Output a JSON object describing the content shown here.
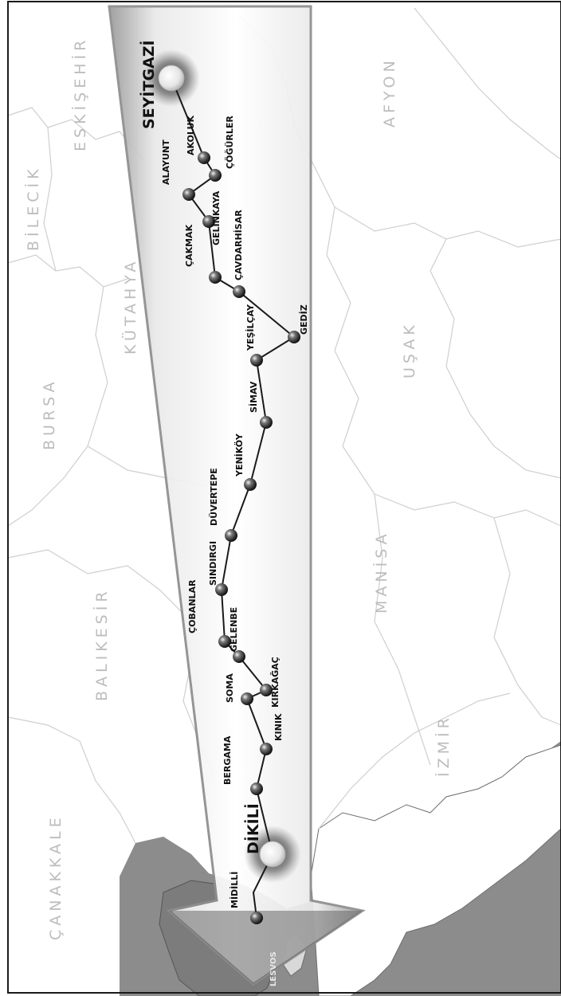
{
  "provinces": {
    "eskisehir": "ESKİŞEHİR",
    "afyon": "AFYON",
    "bilecik": "BİLECİK",
    "kutahya": "KÜTAHYA",
    "usak": "UŞAK",
    "bursa": "BURSA",
    "manisa": "MANİSA",
    "balikesir": "BALIKESİR",
    "canakkale": "ÇANAKKALE",
    "izmir": "İZMİR"
  },
  "route": {
    "start": "SEYİTGAZİ",
    "end": "DİKİLİ",
    "stops": {
      "akoluk": "AKOLUK",
      "alayunt": "ALAYUNT",
      "cogurler": "ÇÖĞÜRLER",
      "gelinkaya": "GELİNKAYA",
      "cakmak": "ÇAKMAK",
      "cavdarhisar": "ÇAVDARHİSAR",
      "gediz": "GEDİZ",
      "yesilcay": "YEŞİLÇAY",
      "simav": "SİMAV",
      "yenikoy": "YENİKÖY",
      "duvertepe": "DÜVERTEPE",
      "sindirgi": "SINDIRGI",
      "cobanlar": "ÇOBANLAR",
      "gelenbe": "GELENBE",
      "kirkagac": "KIRKAĞAÇ",
      "soma": "SOMA",
      "kinik": "KINIK",
      "bergama": "BERGAMA",
      "midilli": "MİDİLLİ",
      "lesvos": "LESVOS"
    }
  },
  "colors": {
    "land": "#ffffff",
    "sea": "#8c8c8c",
    "borders": "#cfcfcf",
    "route_band": "#a8a8a8",
    "province_label": "#bdbdbd",
    "stop_marker": "#222222"
  }
}
